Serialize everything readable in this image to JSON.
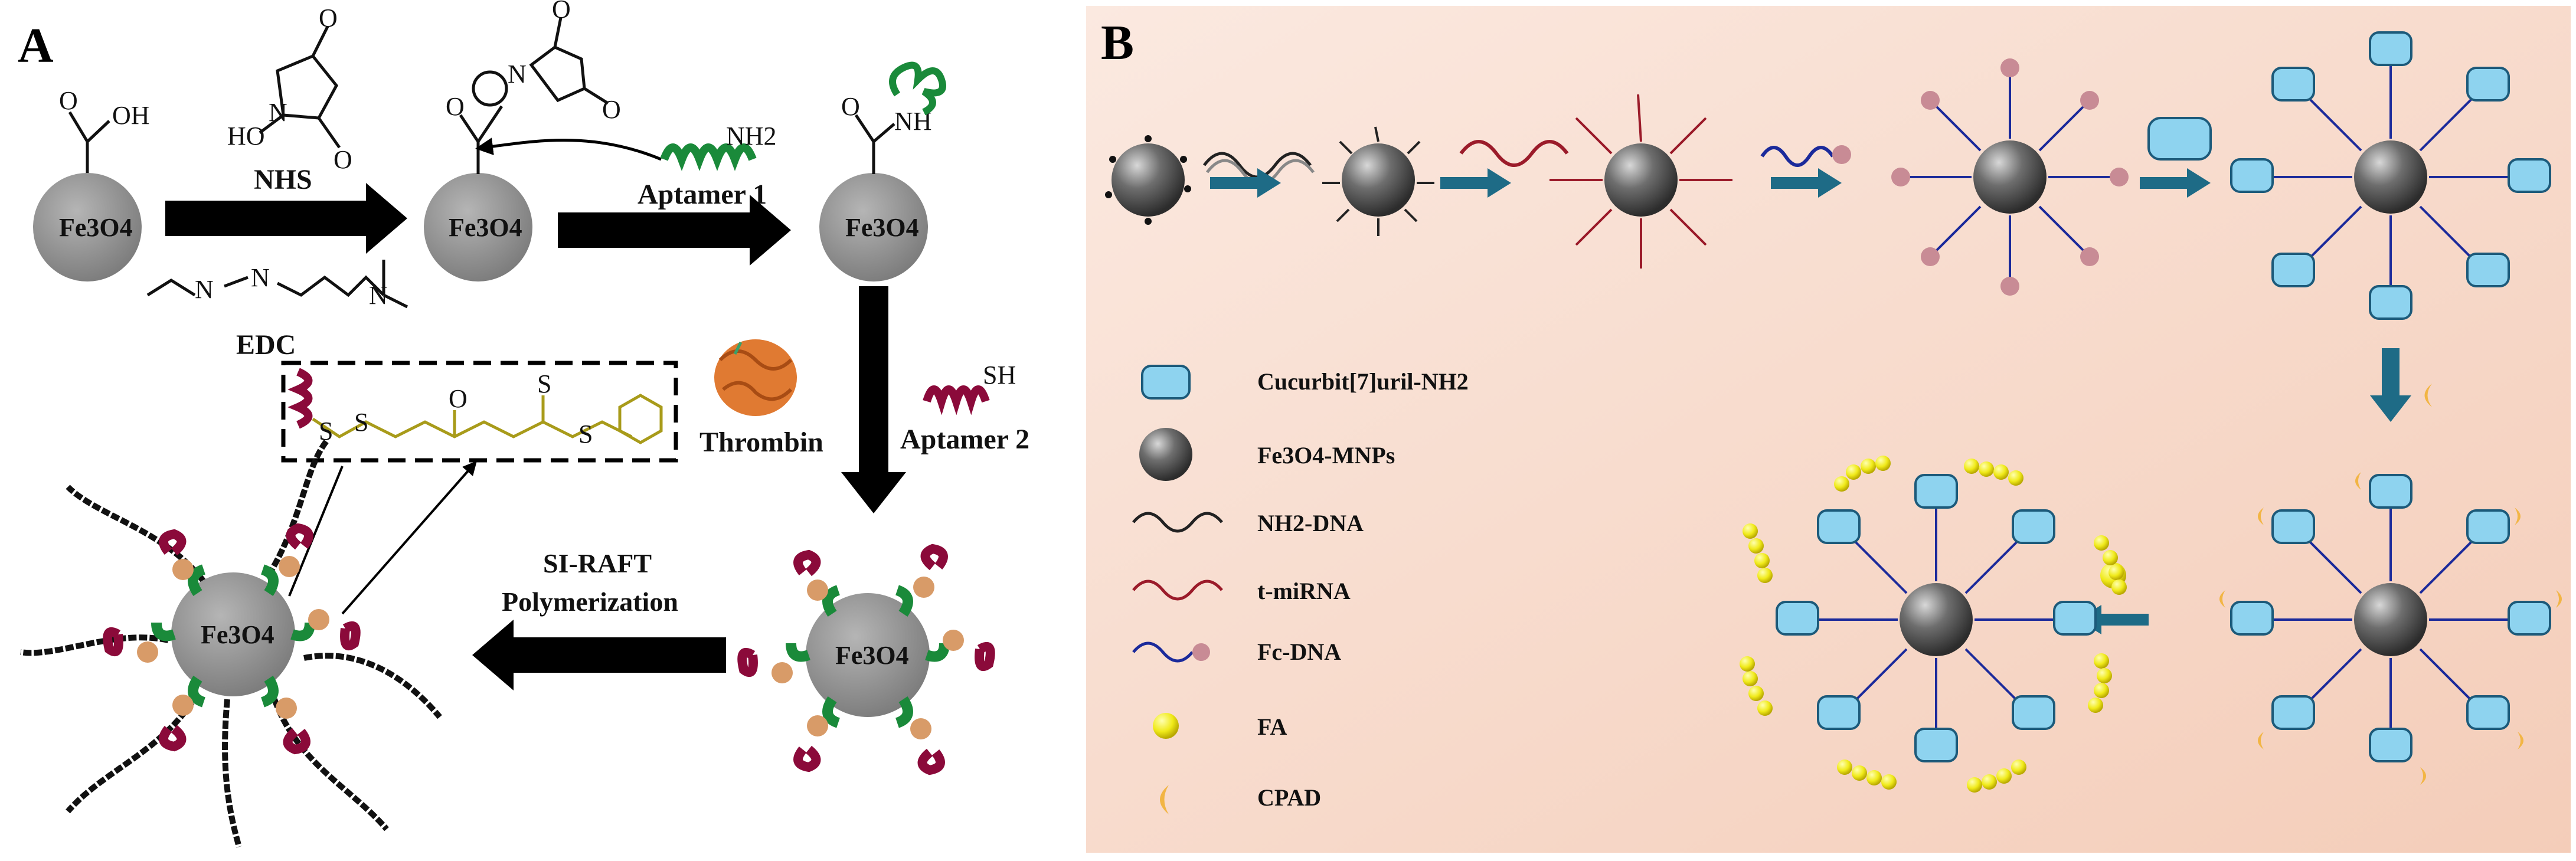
{
  "panel_a": {
    "letter": "A",
    "fe3o4": "Fe3O4",
    "oh": "OH",
    "o": "O",
    "ho": "HO",
    "n": "N",
    "nh2": "NH2",
    "nh": "NH",
    "sh": "SH",
    "s": "S",
    "nhs": "NHS",
    "edc": "EDC",
    "aptamer1": "Aptamer 1",
    "aptamer2": "Aptamer 2",
    "thrombin": "Thrombin",
    "si_raft_1": "SI-RAFT",
    "si_raft_2": "Polymerization"
  },
  "panel_b": {
    "letter": "B",
    "legend": [
      {
        "icon": "cucurbituril-icon",
        "label": "Cucurbit[7]uril-NH2"
      },
      {
        "icon": "nanoparticle-icon",
        "label": "Fe3O4-MNPs"
      },
      {
        "icon": "dna-strand-icon",
        "label": "NH2-DNA"
      },
      {
        "icon": "mirna-strand-icon",
        "label": "t-miRNA"
      },
      {
        "icon": "fc-dna-icon",
        "label": "Fc-DNA"
      },
      {
        "icon": "fa-sphere-icon",
        "label": "FA"
      },
      {
        "icon": "cpad-crescent-icon",
        "label": "CPAD"
      }
    ]
  },
  "colors": {
    "aptamer1_green": "#1a8a3a",
    "aptamer2_maroon": "#8b0a3a",
    "arrow_teal": "#1e6b86",
    "panel_b_bg": "#f7dccd",
    "particle_gray": "#707070",
    "fa_yellow": "#f0ea1a",
    "cpad_orange": "#f2b544",
    "cb7_blue": "#8ed3ef"
  }
}
